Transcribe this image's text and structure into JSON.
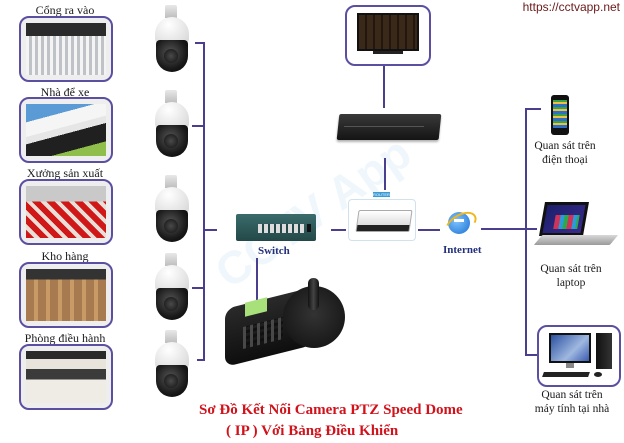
{
  "watermark_url": "https://cctvapp.net",
  "watermark_logo": "CCTV App",
  "locations": [
    {
      "label": "Cổng ra vào",
      "icon": "gate-photo"
    },
    {
      "label": "Nhà để xe",
      "icon": "parking-photo"
    },
    {
      "label": "Xưởng sản xuất",
      "icon": "factory-photo"
    },
    {
      "label": "Kho hàng",
      "icon": "warehouse-photo"
    },
    {
      "label": "Phòng điều hành",
      "icon": "control-room-photo"
    }
  ],
  "cameras": [
    {
      "icon": "ptz-camera-icon"
    },
    {
      "icon": "ptz-camera-icon"
    },
    {
      "icon": "ptz-camera-icon"
    },
    {
      "icon": "ptz-camera-icon"
    },
    {
      "icon": "ptz-camera-icon"
    }
  ],
  "devices": {
    "monitor": {
      "icon": "monitor-icon"
    },
    "dvr": {
      "icon": "nvr-recorder-icon"
    },
    "switch": {
      "label": "Switch",
      "icon": "network-switch-icon"
    },
    "router": {
      "badge": "ROUTER",
      "icon": "router-icon"
    },
    "internet": {
      "label": "Internet",
      "icon": "internet-explorer-icon"
    },
    "keyboard": {
      "icon": "ptz-keyboard-controller-icon"
    }
  },
  "viewers": [
    {
      "line1": "Quan sát trên",
      "line2": "điện thoại",
      "icon": "smartphone-icon"
    },
    {
      "line1": "Quan sát trên",
      "line2": "laptop",
      "icon": "laptop-icon"
    },
    {
      "line1": "Quan sát trên",
      "line2": "máy tính tại nhà",
      "icon": "desktop-computer-icon"
    }
  ],
  "title": {
    "line1": "Sơ Đồ Kết Nối Camera PTZ  Speed Dome",
    "line2": "( IP ) Với Bảng Điều Khiển"
  },
  "colors": {
    "line": "#4a3f8e",
    "title": "#d2121b",
    "label_blue": "#23307a",
    "url": "#6b1a1a"
  }
}
